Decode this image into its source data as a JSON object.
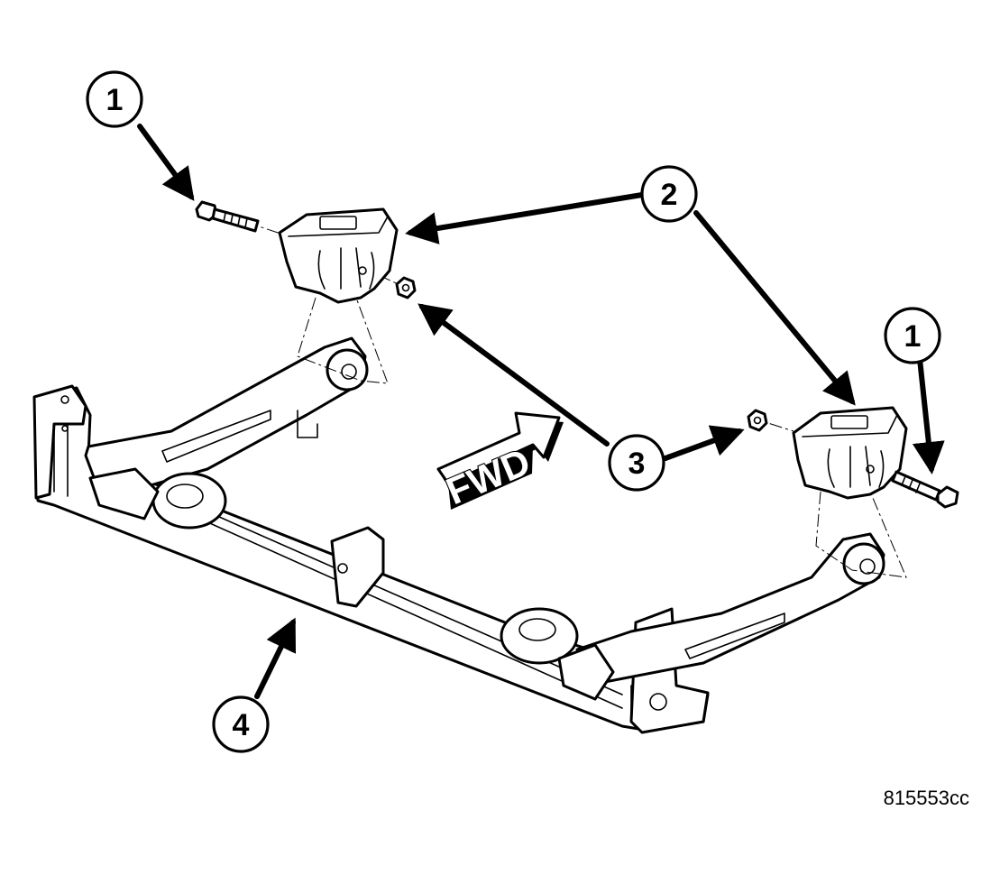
{
  "callouts": {
    "c1_left": "1",
    "c1_right": "1",
    "c2": "2",
    "c3": "3",
    "c4": "4"
  },
  "fwd_label": "FWD",
  "figure_id": "815553cc"
}
